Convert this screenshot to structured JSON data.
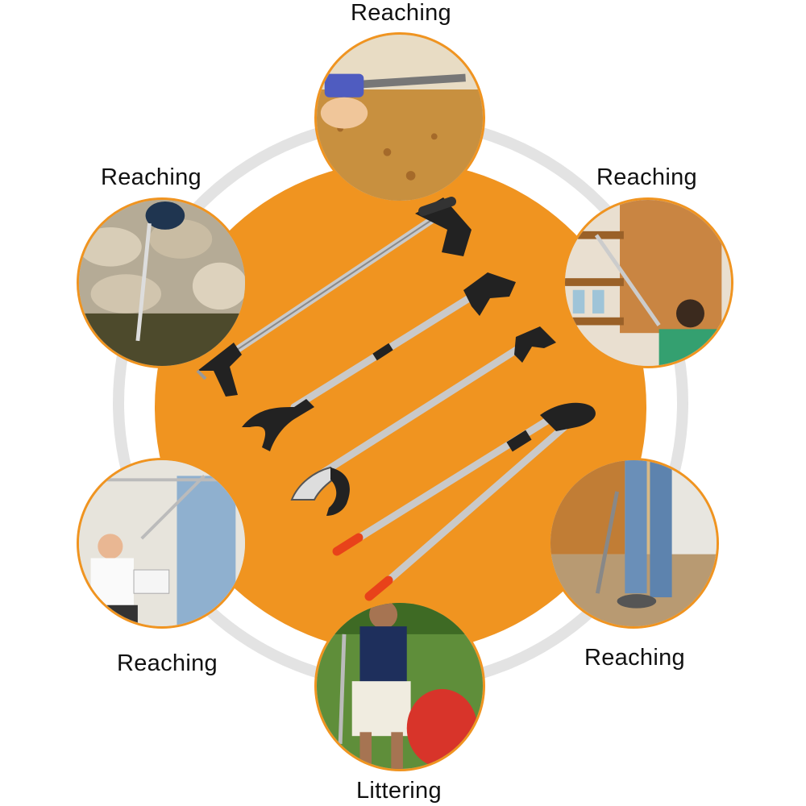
{
  "labels": {
    "top": "Reaching",
    "upper_left": "Reaching",
    "upper_right": "Reaching",
    "lower_left": "Reaching",
    "lower_right": "Reaching",
    "bottom": "Littering"
  },
  "colors": {
    "accent": "#f09420",
    "ring": "#e3e3e3",
    "tool_shaft": "#c9c9c9",
    "tool_handle": "#222222",
    "tool_tip": "#e8421a"
  }
}
